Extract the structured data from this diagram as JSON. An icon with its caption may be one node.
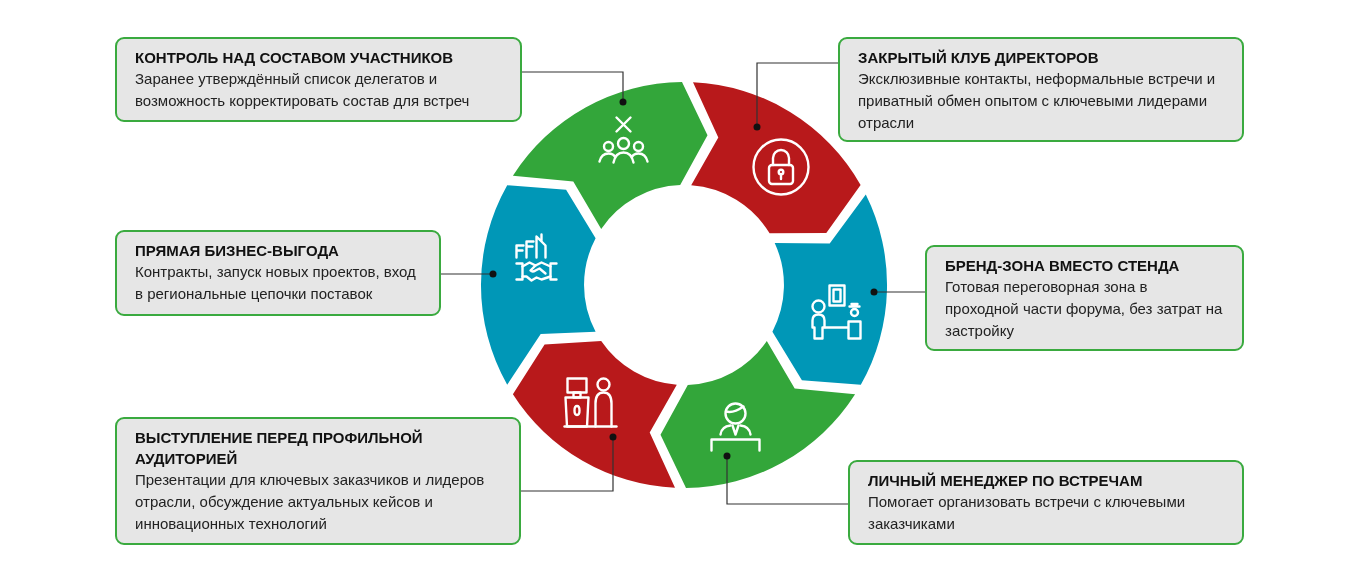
{
  "diagram": {
    "nodes": [
      {
        "text": [
          "КОНТРОЛЬ НАД СОСТАВОМ УЧАСТНИКОВ",
          "Заранее утверждённый список делегатов и возможность корректировать состав для встреч"
        ]
      },
      {
        "text": [
          "ЗАКРЫТЫЙ КЛУБ ДИРЕКТОРОВ",
          "Эксклюзивные контакты, неформальные встречи и приватный обмен опытом с ключевыми лидерами отрасли"
        ]
      },
      {
        "text": [
          "ПРЯМАЯ БИЗНЕС-ВЫГОДА",
          "Контракты, запуск новых проектов, вход в региональные цепочки поставок"
        ]
      },
      {
        "text": [
          "БРЕНД-ЗОНА ВМЕСТО СТЕНДА",
          "Готовая переговорная зона в проходной части форума, без затрат на застройку"
        ]
      },
      {
        "text": [
          "ВЫСТУПЛЕНИЕ ПЕРЕД ПРОФИЛЬНОЙ АУДИТОРИЕЙ",
          "Презентации для ключевых заказчиков и лидеров отрасли, обсуждение актуальных кейсов и инновационных технологий"
        ]
      },
      {
        "text": [
          "ЛИЧНЫЙ МЕНЕДЖЕР ПО ВСТРЕЧАМ",
          "Помогает организовать встречи с ключевыми заказчиками"
        ]
      },
      {
        "text": [],
        "shape": "arrow"
      },
      {
        "text": [],
        "shape": "arrow"
      },
      {
        "text": [],
        "shape": "arrow"
      },
      {
        "text": [],
        "shape": "arrow"
      },
      {
        "text": [],
        "shape": "arrow"
      },
      {
        "text": [],
        "shape": "arrow"
      }
    ],
    "edges": [
      {
        "from": 0,
        "to": 6,
        "arrow": "other"
      },
      {
        "from": 1,
        "to": 7,
        "arrow": "other"
      },
      {
        "from": 2,
        "to": 11,
        "arrow": "other"
      },
      {
        "from": 3,
        "to": 8,
        "arrow": "other"
      },
      {
        "from": 4,
        "to": 10,
        "arrow": "other"
      },
      {
        "from": 5,
        "to": 9,
        "arrow": "other"
      }
    ]
  }
}
